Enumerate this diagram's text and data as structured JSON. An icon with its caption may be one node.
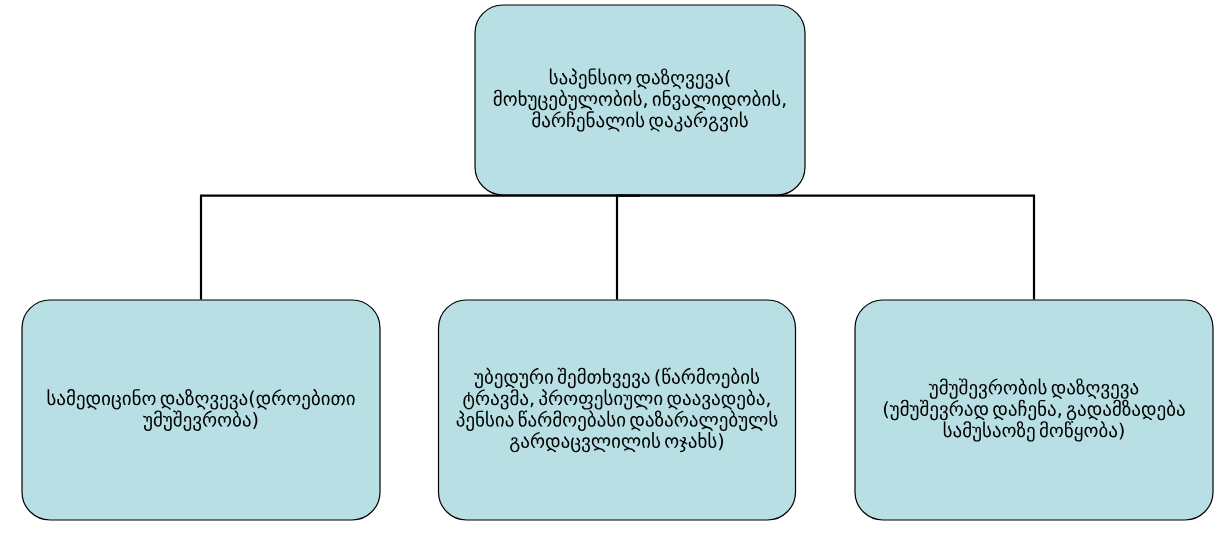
{
  "diagram": {
    "nodes": [
      {
        "text": [
          "საპენსიო დაზღვევა( მოხუცებულობის, ინვალიდობის, მარჩენალის დაკარგვის"
        ]
      },
      {
        "text": [
          "სამედიცინო დაზღვევა(დროებითი უმუშევრობა)"
        ]
      },
      {
        "text": [
          "უბედური შემთხვევა (წარმოების ტრავმა, პროფესიული დაავადება, პენსია წარმოებასი დაზარალებულს გარდაცვლილის ოჯახს)"
        ]
      },
      {
        "text": [
          "უმუშევრობის დაზღვევა (უმუშევრად დაჩენა, გადამზადება სამუსაოზე მოწყობა)"
        ]
      }
    ],
    "edges": [
      {
        "from": 0,
        "to": 1,
        "arrow": "none"
      },
      {
        "from": 0,
        "to": 2,
        "arrow": "none"
      },
      {
        "from": 0,
        "to": 3,
        "arrow": "none"
      }
    ]
  }
}
